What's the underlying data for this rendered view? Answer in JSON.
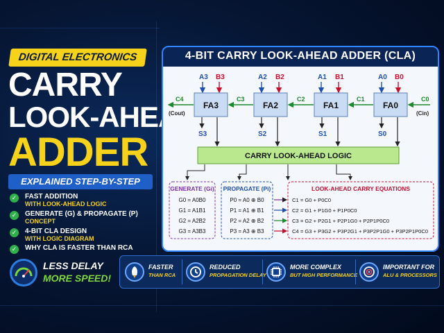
{
  "left": {
    "tag": "DIGITAL ELECTRONICS",
    "title_line1": "CARRY",
    "title_line2": "LOOK-AHEAD",
    "title_line3": "ADDER",
    "explain": "EXPLAINED STEP-BY-STEP",
    "features": [
      {
        "line1": "FAST ADDITION",
        "line2": "WITH LOOK-AHEAD LOGIC"
      },
      {
        "line1": "GENERATE (G) & PROPAGATE (P)",
        "line2": "CONCEPT"
      },
      {
        "line1": "4-BIT CLA DESIGN",
        "line2": "WITH LOGIC DIAGRAM"
      },
      {
        "line1": "WHY CLA IS FASTER THAN RCA",
        "line2": ""
      }
    ],
    "less": "LESS DELAY",
    "more": "MORE SPEED!"
  },
  "panel": {
    "title": "4-BIT CARRY LOOK-AHEAD ADDER (CLA)",
    "adders": [
      "FA3",
      "FA2",
      "FA1",
      "FA0"
    ],
    "inputs_a": [
      "A3",
      "A2",
      "A1",
      "A0"
    ],
    "inputs_b": [
      "B3",
      "B2",
      "B1",
      "B0"
    ],
    "sums": [
      "S3",
      "S2",
      "S1",
      "S0"
    ],
    "carries": [
      "C3",
      "C2",
      "C1"
    ],
    "c4": "C4",
    "cout": "(Cout)",
    "c0": "C0",
    "cin": "(Cin)",
    "logic": "CARRY LOOK-AHEAD LOGIC",
    "generate_title": "GENERATE (Gi)",
    "generate": [
      "G0 = A0B0",
      "G1 = A1B1",
      "G2 = A2B2",
      "G3 = A3B3"
    ],
    "propagate_title": "PROPAGATE (Pi)",
    "propagate": [
      "P0 = A0 ⊕ B0",
      "P1 = A1 ⊕ B1",
      "P2 = A2 ⊕ B2",
      "P3 = A3 ⊕ B3"
    ],
    "equations_title": "LOOK-AHEAD CARRY EQUATIONS",
    "equations": [
      "C1 = G0 + P0C0",
      "C2 = G1 + P1G0 + P1P0C0",
      "C3 = G2 + P2G1 + P2P1G0 + P2P1P0C0",
      "C4 = G3 + P3G2 + P3P2G1 + P3P2P1G0 + P3P2P1P0C0"
    ]
  },
  "bottom": [
    {
      "icon": "rocket-icon",
      "line1": "FASTER",
      "line2": "THAN RCA"
    },
    {
      "icon": "clock-icon",
      "line1": "REDUCED",
      "line2": "PROPAGATION DELAY"
    },
    {
      "icon": "chip-icon",
      "line1": "MORE COMPLEX",
      "line2": "BUT HIGH PERFORMANCE"
    },
    {
      "icon": "target-icon",
      "line1": "IMPORTANT FOR",
      "line2": "ALU & PROCESSORS"
    }
  ],
  "colors": {
    "accent": "#f6d21a",
    "green": "#7ad83a",
    "blue": "#2f86ff",
    "red": "#c8102e"
  }
}
